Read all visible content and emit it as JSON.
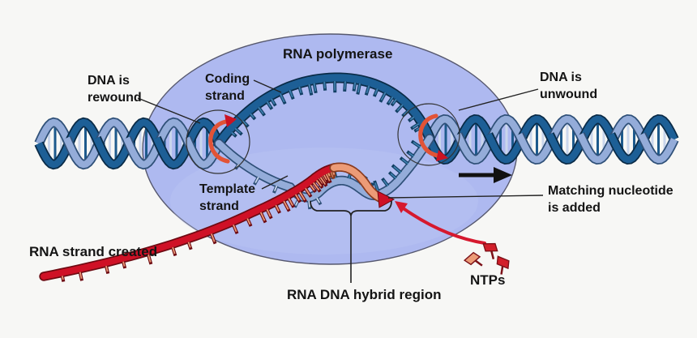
{
  "figure": {
    "title": "RNA polymerase",
    "labels": {
      "dna_rewound_1": "DNA is",
      "dna_rewound_2": "rewound",
      "coding_1": "Coding",
      "coding_2": "strand",
      "dna_unwound_1": "DNA is",
      "dna_unwound_2": "unwound",
      "template_1": "Template",
      "template_2": "strand",
      "rna_created": "RNA strand created",
      "matching_1": "Matching nucleotide",
      "matching_2": "is added",
      "hybrid": "RNA DNA hybrid region",
      "ntps": "NTPs"
    },
    "colors": {
      "background": "#f7f7f5",
      "polymerase_fill": "#aeb9f0",
      "polymerase_highlight": "#c3ccf6",
      "polymerase_stroke": "#56586e",
      "dna_dark": "#1d5f96",
      "dna_dark_outline": "#0a2b47",
      "dna_light": "#94acd9",
      "dna_light_outline": "#2f5078",
      "rung_dark": "#1d5a8c",
      "rung_light": "#c9d6ec",
      "tooth_blue_fill": "#3f7fae",
      "rna_red": "#cf1126",
      "rna_red_outline": "#6d0a12",
      "salmon": "#ec9b77",
      "salmon_outline": "#8a3b1f",
      "rotation_arrow": "#e25336",
      "rotation_arrow_head": "#cc1322",
      "direction_arrow": "#111111",
      "ntp_red": "#d21f2a",
      "ntp_outline": "#7c1118",
      "annotation_line": "#222222",
      "nucleotide_arrow": "#d6192e",
      "text": "#141414"
    }
  }
}
